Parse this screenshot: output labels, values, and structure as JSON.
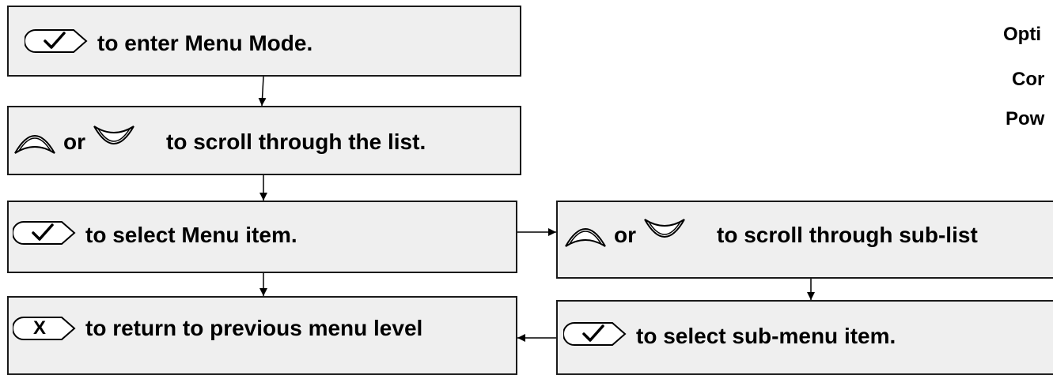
{
  "steps": {
    "enter_menu": {
      "icon": "check-button-icon",
      "text": "to enter Menu Mode."
    },
    "scroll_list": {
      "icon_up": "up-arrow-button-icon",
      "connector": "or",
      "icon_down": "down-arrow-button-icon",
      "text": "to scroll through the list."
    },
    "select_item": {
      "icon": "check-button-icon",
      "text": "to select Menu item."
    },
    "return_level": {
      "icon": "x-button-icon",
      "text": "to return to previous menu level",
      "icon_letter": "X"
    },
    "scroll_sublist": {
      "icon_up": "up-arrow-button-icon",
      "connector": "or",
      "icon_down": "down-arrow-button-icon",
      "text": "to scroll through sub-list"
    },
    "select_subitem": {
      "icon": "check-button-icon",
      "text": "to select sub-menu item."
    }
  },
  "side_labels": [
    "Opti",
    "Cor",
    "Pow"
  ],
  "colors": {
    "box_fill": "#efefef",
    "border": "#1a1a1a",
    "text": "#000000"
  }
}
